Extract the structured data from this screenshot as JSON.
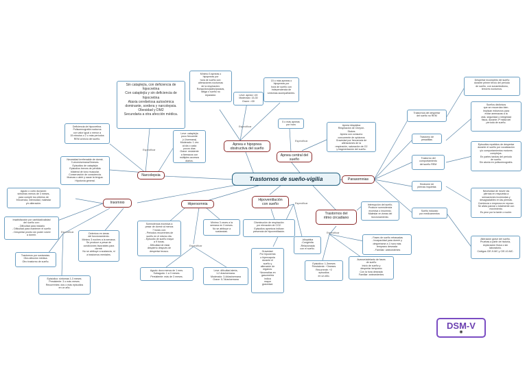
{
  "central": "Trastornos de sueño-vigilia",
  "hubs": {
    "narcolepsia": "Narcolepsia",
    "apnea": "Apnea e hipopnea\nobstructiva del sueño",
    "apnea_central": "Apnea central del\nsueño",
    "parasomnias": "Parasomnias",
    "insomnio": "Insomnio",
    "hipersomnia": "Hipersomnia",
    "hipoventilacion": "Hipoventilación\ncon sueño",
    "ritmo": "Trastornos del\nritmo circadiano"
  },
  "labels": {
    "especificar": "Especificar"
  },
  "boxes": {
    "narco_spec": "Sin cataplejía, con deficiencia de\nhipocretina\nCon cataplejía y sin deficiencia de\nhipocretina\nAtaxia cerebelosa autosómica\ndominante, sordera y narcolepsia.\nObesidad y DM2\nSecundaria a otra afección médica.",
    "narco_def": "Deficiencia de hipocretina.\nPolisomnografía nocturna\ncon valor igual o menor a\n15 minutos o 2 o más períodos\nREM al inicio del sueño.",
    "narco_sev": "Leve: cataplejía\npoco frecuente\n(<1/semana)\nModerado: 1 vez\nal día o cada\npocos días\nGrave: resistente\na fármacos con\nmúltiples accesos\ndiarios.",
    "narco_need": "Necesidad irrefrenable de dormir,\n3 veces/semana/3meses.\nEpisodios de cataplejía\nEpisodios breves de pérdida\nbilateral de tono muscular.\nConservación de consciencia.\nMuecas o abrir y sacar la lengua.\nHipotonía general.",
    "apnea_evid": "Mínimo 5 apneas o\nhipopneas por\nhora de sueño con:\nalteraciones nocturnas\nde la respiración:\nRonquidos/jadeo/pausas,\nfatiga o sueño no\nreparador.",
    "apnea_sev": "Leve: apnea <15\nModerado: 15-30\nGrave: >30",
    "apnea_alt": "15 o más apneas o\nhipopneas por\nhora de sueño con\nindependencia de\nsíntomas acompañantes.",
    "central_5": "5 o más apneas\npor hora",
    "central_types": "Apnea idiopática\nRespiración de Cheyne-\nStokes\nApnea con consumo\nconcurrente de opiáceos\nGravedad por frecuencia de\nalteraciones de la\nrespiración, saturación de O2\ny fragmentación del sueño.",
    "para_nrem": "Trastornos del despertar\ndel sueño no REM",
    "para_nrem_d1": "Despertar incompleto del sueño\ndurante primer tercio del período\nde sueño, con sonambulismo,\nterrores nocturnos.",
    "para_pesad": "Trastorno de\npesadillas",
    "para_pesad_d": "Sueños disfóricos\nque se recuerdan bien.\nImplican esfuerzos para\nevitar amenazas a la\nvida, seguridad o integridad\nfísica, durante 2ª mitad del\nperíodo de sueño.",
    "para_rem": "Trastorno del\ncomportamiento\ndel sueño REM",
    "para_rem_d": "Episodios repetidos de despertar\ndurante el sueño por vocalización\ny/o comportamientos motores\ncomplejos.\nEn partes tardías del período\nde sueño.\nSin atonía en polisomnografía.",
    "para_piernas": "Síndrome de\npiernas inquietas",
    "para_piernas_d": "Necesidad de mover las\npiernas en respuesta a\nsensaciones incómodas y\ndesagradables en las piernas.\nComienza o empeora en reposo.\nSe alivia parcial o totalmente con\nmovimiento.\nEs peor por la tarde o noche.",
    "para_med": "Sueño inducido\npor medicamentos",
    "para_med_d": "Alteración grave del sueño.\nPruebas a partir de historia,\nexploración física o sin\nlaboratorio.\nCódigos CIE-9-MC y CIE-10-MC.",
    "ins_criteria": "Agudo o corto duración:\nsíntomas menos de 3 meses,\npara cumplir los criterios de\nfrecuencia, intensidad, malestar\ny/o alteración.",
    "ins_dissat": "Insatisfacción por cantidad/calidad\ndel sueño con:\n- Dificultad para iniciarlo\n- Dificultad para mantener el sueño\n- Despertar pronto sin poder volver\na dormir.",
    "ins_detail": "Deterioro en áreas\ndel funcionamiento.\nMínimo 3 noches a la semana.\nSe produce a pesar de\ncondiciones favorables para\ndormir.\nNo se atribuye a sustancia, ni\na trastornos mentales.",
    "ins_spec1": "Trastornos por sustancias.\nOtra afección médica.\nOtro trastorno de sueño.",
    "ins_spec2": "Episódico: síntomas 1-3 meses.\nPersistente: 3 o más meses.\nRecurrentes: dos o más episodios\nen un año.",
    "hiper_main": "Somnolencia excesiva a\npesar de dormir al menos\n7 horas con:\n- Periodos recurrentes de\nsueño en el mismo día.\n- Episodio de sueño mayor\na 9 horas.\n- Dificultad de estar\ndespierto después de\ndespertar brusco.",
    "hiper_freq": "Mínimo 3 veces a la\nsemana en 3 meses.\nNo se atribuye a\nsustancias.",
    "hiper_spec1": "Agudo: dura menos de 1 mes.\nSubagudo: 1 a 3 meses.\nPersistente: más de 3 meses.",
    "hiper_spec2": "Leve: dificultad alerta,\n1-2 días/semana.\nModerado: 3-4días/semana\nGrave: 5-7días/semana",
    "hipo_main": "Disminución de respiración\npor elevación de CO2.\nEpisodios apneicos indican\npresencia de hipoventilación.",
    "hipo_sev": "Gravedad:\nPor hipoxemia\no hipercapnia\ndurante el\nsueño y\nalteración de\nórganos.\n*Anomalías en\ngasometría\nindica\nmayor\ngravedad.",
    "hipo_types": "-Idiopática\n-Congénita\n-Relacionada\ncon el sueño.",
    "ritmo_main": "Interrupción del sueño.\nProduce somnolencia\nexcesiva o insomnio.\nMalestar en áreas del\nfuncionamiento.",
    "ritmo_fase": "- Fases de sueño retrasadas\n- Incapacidad para dormir y\ndespertarse a 1 hora más\ntemprano deseada\n- Familiar: antecedentes",
    "ritmo_ep": "Episódico: 1-3meses\nPersistente: +3meses\nRecurrente: +2\nepisodios\nen un año.",
    "ritmo_adv": "Avance/adelanto de fases\nde sueño\nInicio de sueño y\ndespertar temprano\nCon la hora deseada\nFamiliar: antecedentes"
  },
  "logo": {
    "text": "DSM-V",
    "icon": "brain-icon"
  }
}
